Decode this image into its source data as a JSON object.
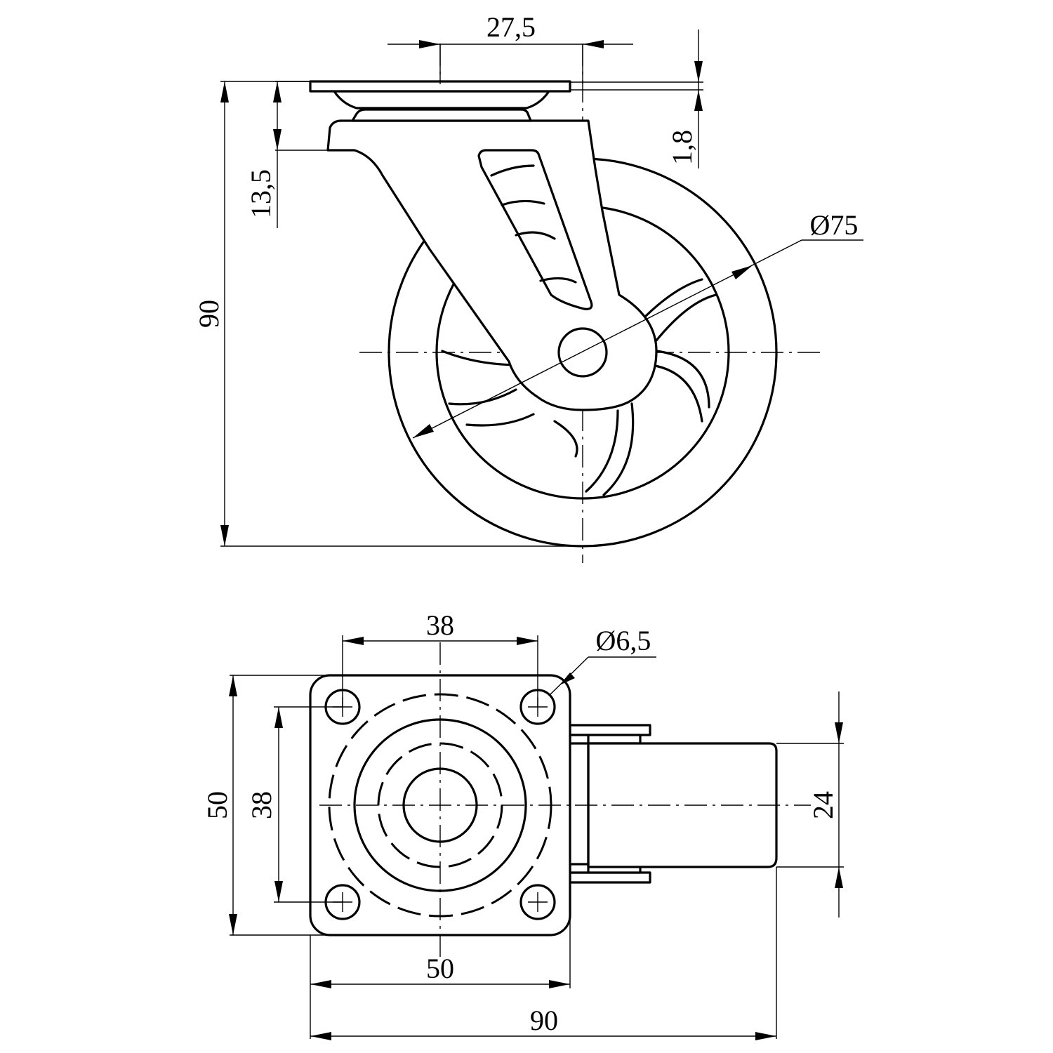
{
  "side_view": {
    "dim_top_offset": "27,5",
    "dim_plate_thickness": "1,8",
    "dim_bracket_height": "13,5",
    "dim_total_height": "90",
    "dim_wheel_diameter": "Ø75"
  },
  "top_view": {
    "dim_hole_spacing_x": "38",
    "dim_hole_diameter": "Ø6,5",
    "dim_plate_height": "50",
    "dim_hole_spacing_y": "38",
    "dim_wheel_width": "24",
    "dim_plate_width": "50",
    "dim_total_length": "90"
  }
}
